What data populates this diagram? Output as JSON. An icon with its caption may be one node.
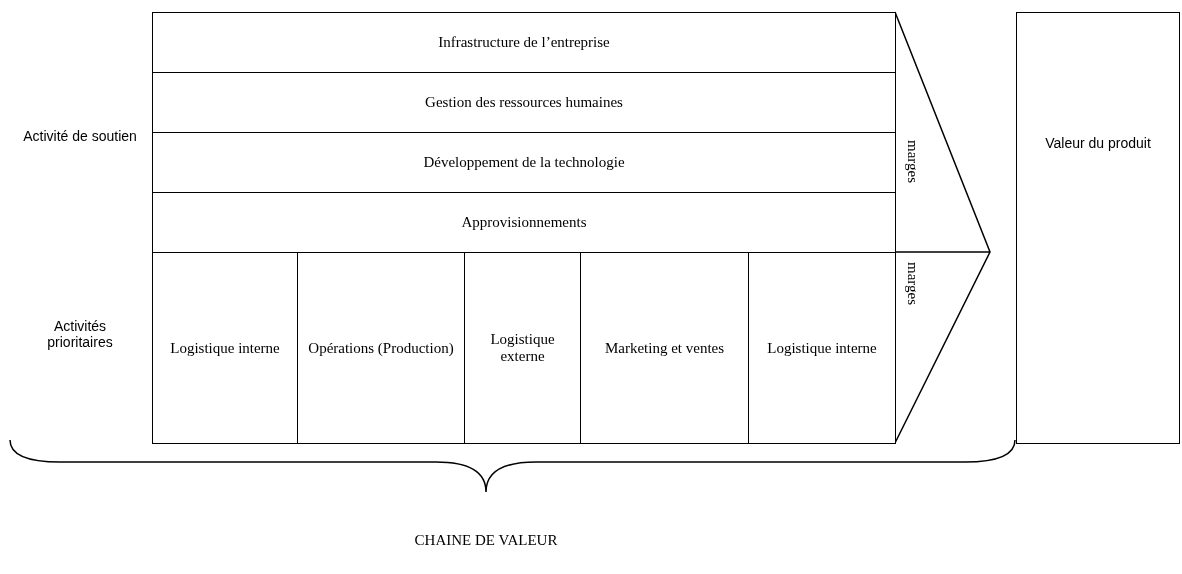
{
  "diagram": {
    "nodes": [
      {
        "text": [
          "Infrastructure de l’entreprise"
        ]
      },
      {
        "text": [
          "Gestion des ressources humaines"
        ]
      },
      {
        "text": [
          "Développement de la technologie"
        ]
      },
      {
        "text": [
          "Approvisionnements"
        ]
      },
      {
        "text": [
          "Logistique interne"
        ]
      },
      {
        "text": [
          "Opérations (Production)"
        ]
      },
      {
        "text": [
          "Logistique externe"
        ]
      },
      {
        "text": [
          "Marketing et ventes"
        ]
      },
      {
        "text": [
          "Logistique interne"
        ]
      },
      {
        "text": [
          "Valeur du produit"
        ]
      }
    ],
    "edges": [],
    "labels": [
      "Activité de soutien",
      "Activités prioritaires",
      "marges",
      "marges",
      "CHAINE DE VALEUR"
    ]
  }
}
